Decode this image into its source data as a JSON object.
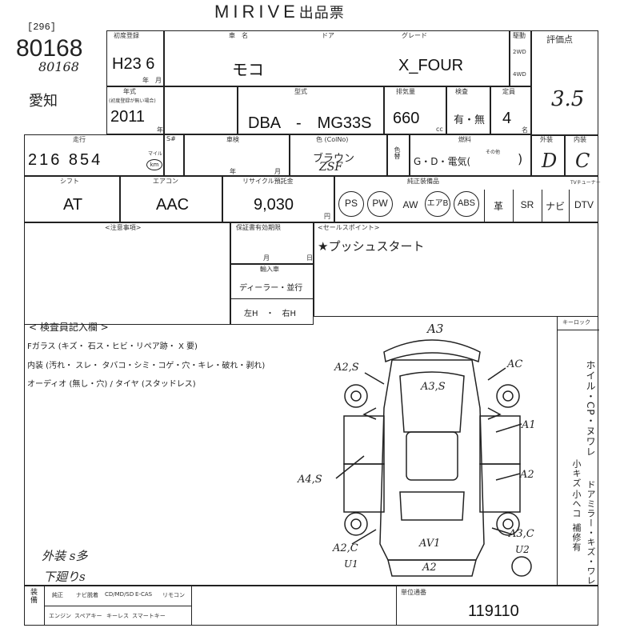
{
  "brand": "MIRIVE",
  "doc_title": "出品票",
  "header": {
    "lot_bracket": "[296]",
    "lot_number": "80168",
    "lot_handwritten": "80168",
    "prefecture": "愛知"
  },
  "row1": {
    "first_reg_label": "初度登録",
    "first_reg_value": "H23 6",
    "year_mark": "年",
    "month_mark": "月",
    "car_name_label": "車　名",
    "door_label": "ドア",
    "grade_label": "グレード",
    "car_name": "モコ",
    "grade": "X_FOUR",
    "drive_label": "駆動",
    "drive_2wd": "2WD",
    "drive_4wd": "4WD",
    "score_label": "評価点",
    "score": "3.5"
  },
  "row2": {
    "model_year_label": "年式",
    "model_year_sub": "(初度登録が無い場合)",
    "model_year_value": "2011",
    "year_mark": "年",
    "type_label": "型式",
    "type_value": "DBA　-　MG33S",
    "displacement_label": "排気量",
    "displacement_value": "660",
    "cc_mark": "cc",
    "inspection_label": "検査",
    "inspection_value": "有・無",
    "seats_label": "定員",
    "seats_value": "4",
    "person_mark": "名"
  },
  "row3": {
    "mileage_label": "走行",
    "mileage_value": "216 854",
    "mileage_unit": "マイル",
    "mileage_circled": "km",
    "sharp_label": "S#",
    "shaken_label": "車検",
    "year_mark": "年",
    "month_mark": "月",
    "color_label": "色 (ColNo)",
    "color_value": "ブラウン",
    "color_code": "ZSF",
    "color_change_label": "色替",
    "fuel_label": "燃料",
    "fuel_value": "G・D・電気(",
    "fuel_other": "その他",
    "fuel_close": ")",
    "exterior_label": "外装",
    "exterior_value": "D",
    "interior_label": "内装",
    "interior_value": "C"
  },
  "row4": {
    "shift_label": "シフト",
    "shift_value": "AT",
    "ac_label": "エアコン",
    "ac_value": "AAC",
    "recycle_label": "リサイクル預託金",
    "recycle_value": "9,030",
    "yen_mark": "円",
    "equip_label": "純正装備品",
    "equipment": [
      "PS",
      "PW",
      "AW",
      "エアB",
      "ABS",
      "革",
      "SR",
      "ナビ",
      "DTV"
    ],
    "tv_label": "TVチューナー"
  },
  "row5": {
    "notes_label": "<注意事項>",
    "warranty_label": "保証書有効期限",
    "month_mark": "月",
    "day_mark": "日",
    "import_label": "輸入車",
    "import_value": "ディーラー・並行",
    "handle_value": "左H　・　右H",
    "sales_label": "<セールスポイント>",
    "sales_value": "★プッシュスタート"
  },
  "inspector": {
    "title": "< 検査員記入欄 >",
    "glass_line": "Fガラス (キズ・ 石ス・ヒビ・リペア跡・ X 要)",
    "interior_line": "内装 (汚れ・ スレ・ タバコ・シミ・コゲ・穴・キレ・破れ・剥れ)",
    "audio_line": "オーディオ (無し・穴) / タイヤ (スタッドレス)",
    "handwritten_1": "外装 s多",
    "handwritten_2": "下廻りs"
  },
  "right_column": {
    "keyless_label": "キーロック",
    "vertical_1": "ホイル・CP・ヌワレ",
    "vertical_2": "小キズ",
    "vertical_3": "小ヘコ",
    "vertical_4": "ドアミラー・キズ・ワレ",
    "vertical_5": "補修有"
  },
  "diagram_marks": {
    "top": "A3",
    "roof": "A3,S",
    "left_front": "A2,S",
    "right_front": "AC",
    "right_door1": "A1",
    "right_door2": "A2",
    "left_side": "A4,S",
    "left_rear": "A2,C",
    "left_rear_sub": "U1",
    "right_rear": "A3,C",
    "right_rear_sub": "U2",
    "rear": "AV1",
    "bumper": "A2"
  },
  "footer": {
    "equip_label": "装備",
    "cols1": [
      "純正",
      "ナビ脱着",
      "CD/MD/SD",
      "E-CAS",
      "リモコン"
    ],
    "cols2": [
      "エンジン",
      "スペアキー",
      "キーレス",
      "スマートキー",
      ""
    ],
    "dealer_label": "単位通番",
    "dealer_value": "119110"
  },
  "colors": {
    "ink": "#222222",
    "paper": "#ffffff"
  }
}
